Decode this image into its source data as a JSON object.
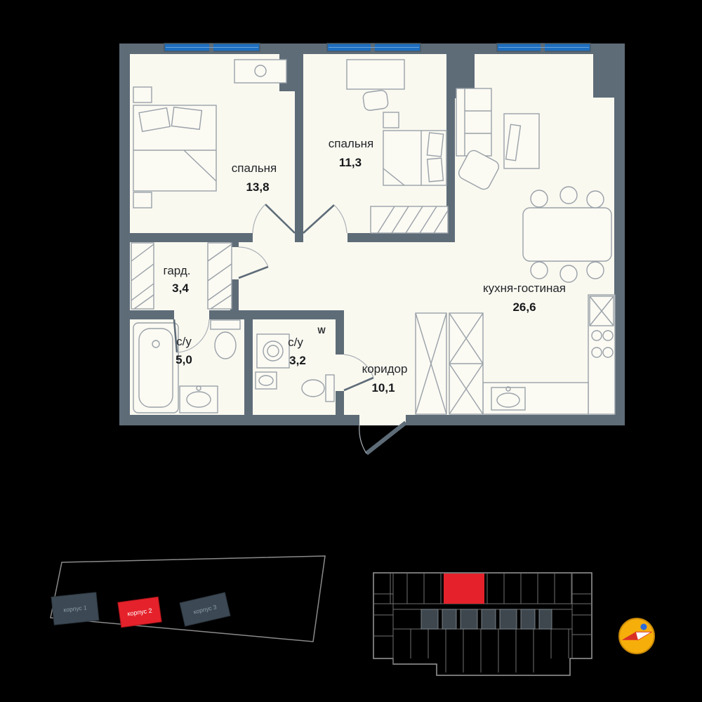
{
  "floor_plan": {
    "rooms": [
      {
        "name": "спальня",
        "area": "13,8"
      },
      {
        "name": "спальня",
        "area": "11,3"
      },
      {
        "name": "кухня-гостиная",
        "area": "26,6"
      },
      {
        "name": "гард.",
        "area": "3,4"
      },
      {
        "name": "с/у",
        "area": "5,0"
      },
      {
        "name": "с/у",
        "area": "3,2"
      },
      {
        "name": "коридор",
        "area": "10,1"
      }
    ],
    "washer_label": "W"
  },
  "site_plan": {
    "buildings": [
      {
        "label": "корпус 1",
        "highlighted": false
      },
      {
        "label": "корпус 2",
        "highlighted": true
      },
      {
        "label": "корпус 3",
        "highlighted": false
      }
    ]
  },
  "colors": {
    "wall": "#5e6c78",
    "floor": "#faf9f0",
    "window_glass": "#1d6fc0",
    "accent_red": "#e5222b",
    "building_dark": "#3c4954",
    "background": "#000000"
  }
}
